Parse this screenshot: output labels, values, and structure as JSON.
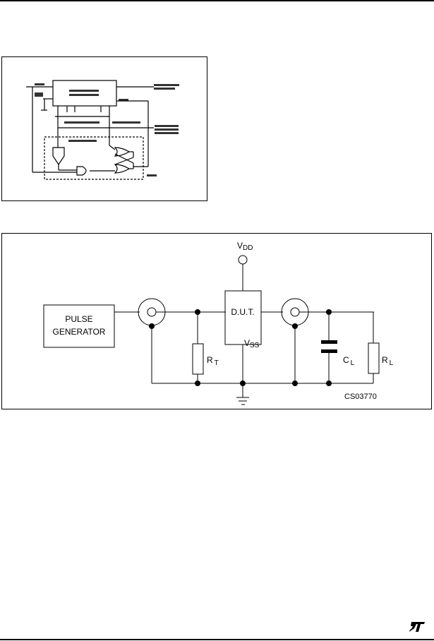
{
  "figure1": {
    "description": "Logic schematic with counter IC, cross-coupled gates and dashed IC boundary (labels blurred/illegible in source)",
    "labels_legible": false
  },
  "figure2": {
    "pulse_generator": "PULSE GENERATOR",
    "pulse_generator_line1": "PULSE",
    "pulse_generator_line2": "GENERATOR",
    "dut": "D.U.T.",
    "vdd": {
      "main": "V",
      "sub": "DD"
    },
    "vss": {
      "main": "V",
      "sub": "SS"
    },
    "rt": {
      "main": "R",
      "sub": "T"
    },
    "cl": {
      "main": "C",
      "sub": "L"
    },
    "rl": {
      "main": "R",
      "sub": "L"
    },
    "code": "CS03770"
  },
  "footer": {
    "logo": "st-logo"
  }
}
